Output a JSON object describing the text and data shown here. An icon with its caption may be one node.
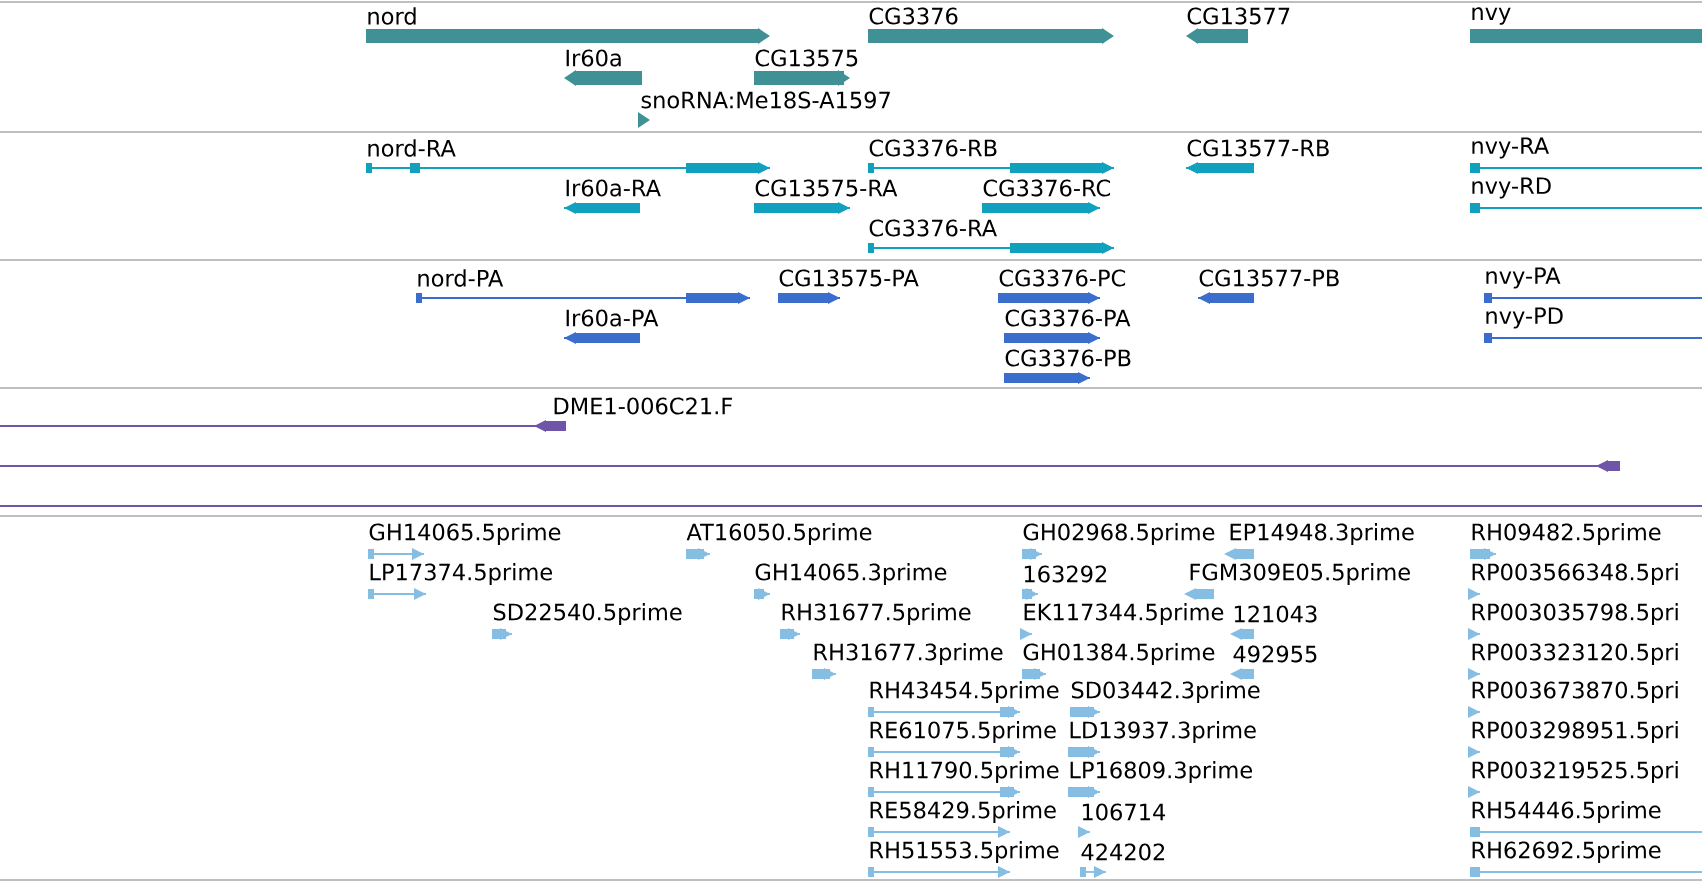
{
  "diagram": {
    "nodes": [
      {
        "text": [
          "nord"
        ]
      },
      {
        "text": [
          "CG3376"
        ]
      },
      {
        "text": [
          "CG13577"
        ]
      },
      {
        "text": [
          "nvy"
        ]
      },
      {
        "text": [
          "Ir60a"
        ]
      },
      {
        "text": [
          "CG13575"
        ]
      },
      {
        "text": [
          "snoRNA:Me18S-A1597"
        ]
      },
      {
        "text": [
          "nord-RA"
        ]
      },
      {
        "text": [
          "CG3376-RB"
        ]
      },
      {
        "text": [
          "CG13577-RB"
        ]
      },
      {
        "text": [
          "nvy-RA"
        ]
      },
      {
        "text": [
          "Ir60a-RA"
        ]
      },
      {
        "text": [
          "CG13575-RA"
        ]
      },
      {
        "text": [
          "CG3376-RC"
        ]
      },
      {
        "text": [
          "nvy-RD"
        ]
      },
      {
        "text": [
          "CG3376-RA"
        ]
      },
      {
        "text": [
          "nord-PA"
        ]
      },
      {
        "text": [
          "CG13575-PA"
        ]
      },
      {
        "text": [
          "CG3376-PC"
        ]
      },
      {
        "text": [
          "CG13577-PB"
        ]
      },
      {
        "text": [
          "nvy-PA"
        ]
      },
      {
        "text": [
          "Ir60a-PA"
        ]
      },
      {
        "text": [
          "CG3376-PA"
        ]
      },
      {
        "text": [
          "nvy-PD"
        ]
      },
      {
        "text": [
          "CG3376-PB"
        ]
      },
      {
        "text": [
          "DME1-006C21.F"
        ]
      },
      {
        "text": [],
        "shape": "bar"
      },
      {
        "text": [
          "GH14065.5prime"
        ]
      },
      {
        "text": [
          "AT16050.5prime"
        ]
      },
      {
        "text": [
          "GH02968.5prime"
        ]
      },
      {
        "text": [
          "EP14948.3prime"
        ]
      },
      {
        "text": [
          "RH09482.5prime"
        ]
      },
      {
        "text": [
          "LP17374.5prime"
        ]
      },
      {
        "text": [
          "GH14065.3prime"
        ]
      },
      {
        "text": [
          "163292"
        ]
      },
      {
        "text": [
          "FGM309E05.5prime"
        ]
      },
      {
        "text": [
          "RP003566348.5pri"
        ]
      },
      {
        "text": [
          "SD22540.5prime"
        ]
      },
      {
        "text": [
          "RH31677.5prime"
        ]
      },
      {
        "text": [
          "EK117344.5prime"
        ]
      },
      {
        "text": [
          "121043"
        ]
      },
      {
        "text": [
          "RP003035798.5pri"
        ]
      },
      {
        "text": [
          "RH31677.3prime"
        ]
      },
      {
        "text": [
          "GH01384.5prime"
        ]
      },
      {
        "text": [
          "492955"
        ]
      },
      {
        "text": [
          "RP003323120.5pri"
        ]
      },
      {
        "text": [
          "RH43454.5prime"
        ]
      },
      {
        "text": [
          "SD03442.3prime"
        ]
      },
      {
        "text": [
          "RP003673870.5pri"
        ]
      },
      {
        "text": [
          "RE61075.5prime"
        ]
      },
      {
        "text": [
          "LD13937.3prime"
        ]
      },
      {
        "text": [
          "RP003298951.5pri"
        ]
      },
      {
        "text": [
          "RH11790.5prime"
        ]
      },
      {
        "text": [
          "LP16809.3prime"
        ]
      },
      {
        "text": [
          "RP003219525.5pri"
        ]
      },
      {
        "text": [
          "RE58429.5prime"
        ]
      },
      {
        "text": [
          "106714"
        ]
      },
      {
        "text": [
          "RH54446.5prime"
        ]
      },
      {
        "text": [
          "RH51553.5prime"
        ]
      },
      {
        "text": [
          "424202"
        ]
      },
      {
        "text": [
          "RH62692.5prime"
        ]
      }
    ]
  }
}
